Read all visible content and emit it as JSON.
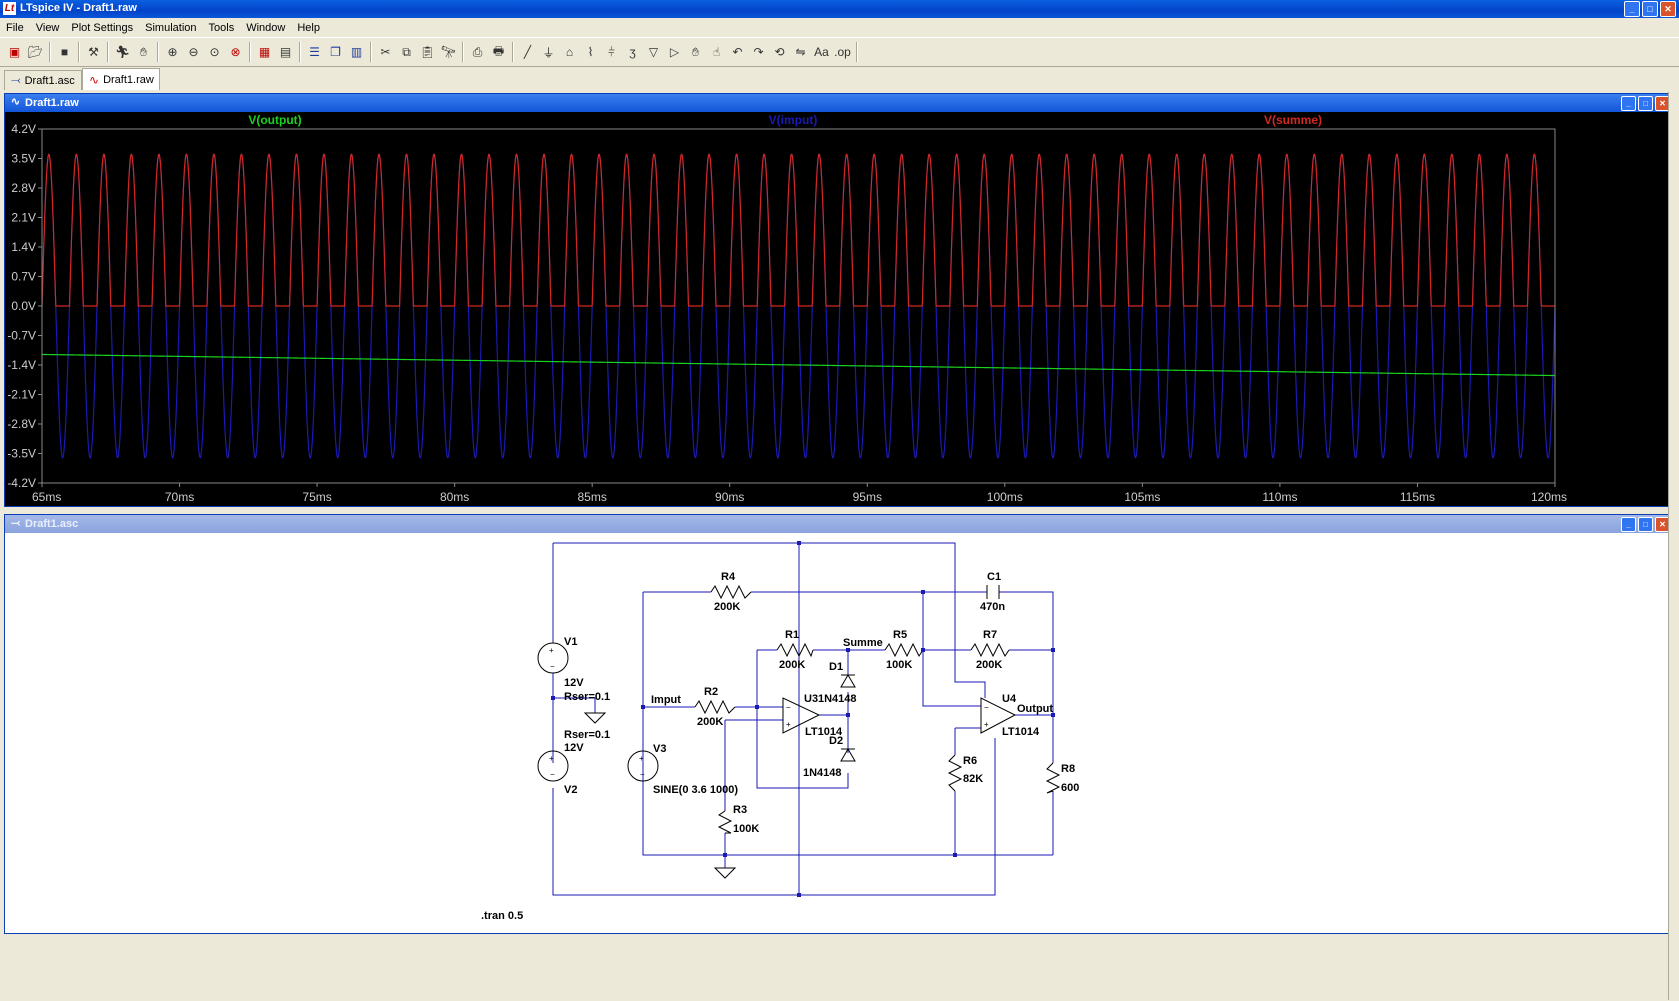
{
  "app": {
    "title": "LTspice IV - Draft1.raw"
  },
  "menu": [
    "File",
    "View",
    "Plot Settings",
    "Simulation",
    "Tools",
    "Window",
    "Help"
  ],
  "toolbar": {
    "icons": [
      "new-schematic-icon",
      "open-icon",
      "save-icon",
      "control-panel-icon",
      "run-icon",
      "halt-icon",
      "zoom-in-icon",
      "zoom-out-icon",
      "zoom-fit-icon",
      "zoom-cancel-icon",
      "autorange-icon",
      "plot-settings-icon",
      "tile-horizontal-icon",
      "cascade-icon",
      "tile-vertical-icon",
      "cut-icon",
      "copy-icon",
      "paste-icon",
      "find-icon",
      "print-preview-icon",
      "print-icon",
      "wire-icon",
      "ground-icon",
      "label-net-icon",
      "resistor-icon",
      "capacitor-icon",
      "inductor-icon",
      "diode-icon",
      "component-icon",
      "move-icon",
      "drag-icon",
      "undo-icon",
      "redo-icon",
      "rotate-icon",
      "mirror-icon",
      "text-icon",
      "spice-directive-icon"
    ]
  },
  "tabs": [
    {
      "label": "Draft1.asc",
      "icon": "schematic-icon"
    },
    {
      "label": "Draft1.raw",
      "icon": "waveform-icon",
      "active": true
    }
  ],
  "waveform_window": {
    "title": "Draft1.raw"
  },
  "schematic_window": {
    "title": "Draft1.asc"
  },
  "chart_data": {
    "type": "line",
    "title": "",
    "xlabel": "",
    "ylabel": "",
    "xlim": [
      65,
      120
    ],
    "ylim": [
      -4.2,
      4.2
    ],
    "x_ticks": [
      "65ms",
      "70ms",
      "75ms",
      "80ms",
      "85ms",
      "90ms",
      "95ms",
      "100ms",
      "105ms",
      "110ms",
      "115ms",
      "120ms"
    ],
    "y_ticks": [
      "4.2V",
      "3.5V",
      "2.8V",
      "2.1V",
      "1.4V",
      "0.7V",
      "0.0V",
      "-0.7V",
      "-1.4V",
      "-2.1V",
      "-2.8V",
      "-3.5V",
      "-4.2V"
    ],
    "grid": false,
    "legend": "top",
    "frequency_hz": 1000,
    "series": [
      {
        "name": "V(output)",
        "color": "#19d21e",
        "kind": "linear",
        "y_start": -1.15,
        "y_end": -1.65
      },
      {
        "name": "V(imput)",
        "color": "#1a1ab4",
        "kind": "sine",
        "amplitude": 3.6
      },
      {
        "name": "V(summe)",
        "color": "#d2281e",
        "kind": "halfwave",
        "amplitude": 3.6
      }
    ]
  },
  "schematic": {
    "labels": {
      "R4": "R4",
      "R4v": "200K",
      "C1": "C1",
      "C1v": "470n",
      "R1": "R1",
      "R1v": "200K",
      "Summe": "Summe",
      "R5": "R5",
      "R5v": "100K",
      "R7": "R7",
      "R7v": "200K",
      "D1": "D1",
      "U3": "U3",
      "U3d": "1N4148",
      "LT1014a": "LT1014",
      "D2": "D2",
      "D2v": "1N4148",
      "U4": "U4",
      "Output": "Output",
      "LT1014b": "LT1014",
      "V1": "V1",
      "V1v": "12V",
      "V1r": "Rser=0.1",
      "V2": "V2",
      "V2v": "12V",
      "V2r": "Rser=0.1",
      "Imput": "Imput",
      "R2": "R2",
      "R2v": "200K",
      "V3": "V3",
      "V3v": "SINE(0 3.6 1000)",
      "R3": "R3",
      "R3v": "100K",
      "R6": "R6",
      "R6v": "82K",
      "R8": "R8",
      "R8v": "600",
      "directive": ".tran 0.5"
    }
  }
}
